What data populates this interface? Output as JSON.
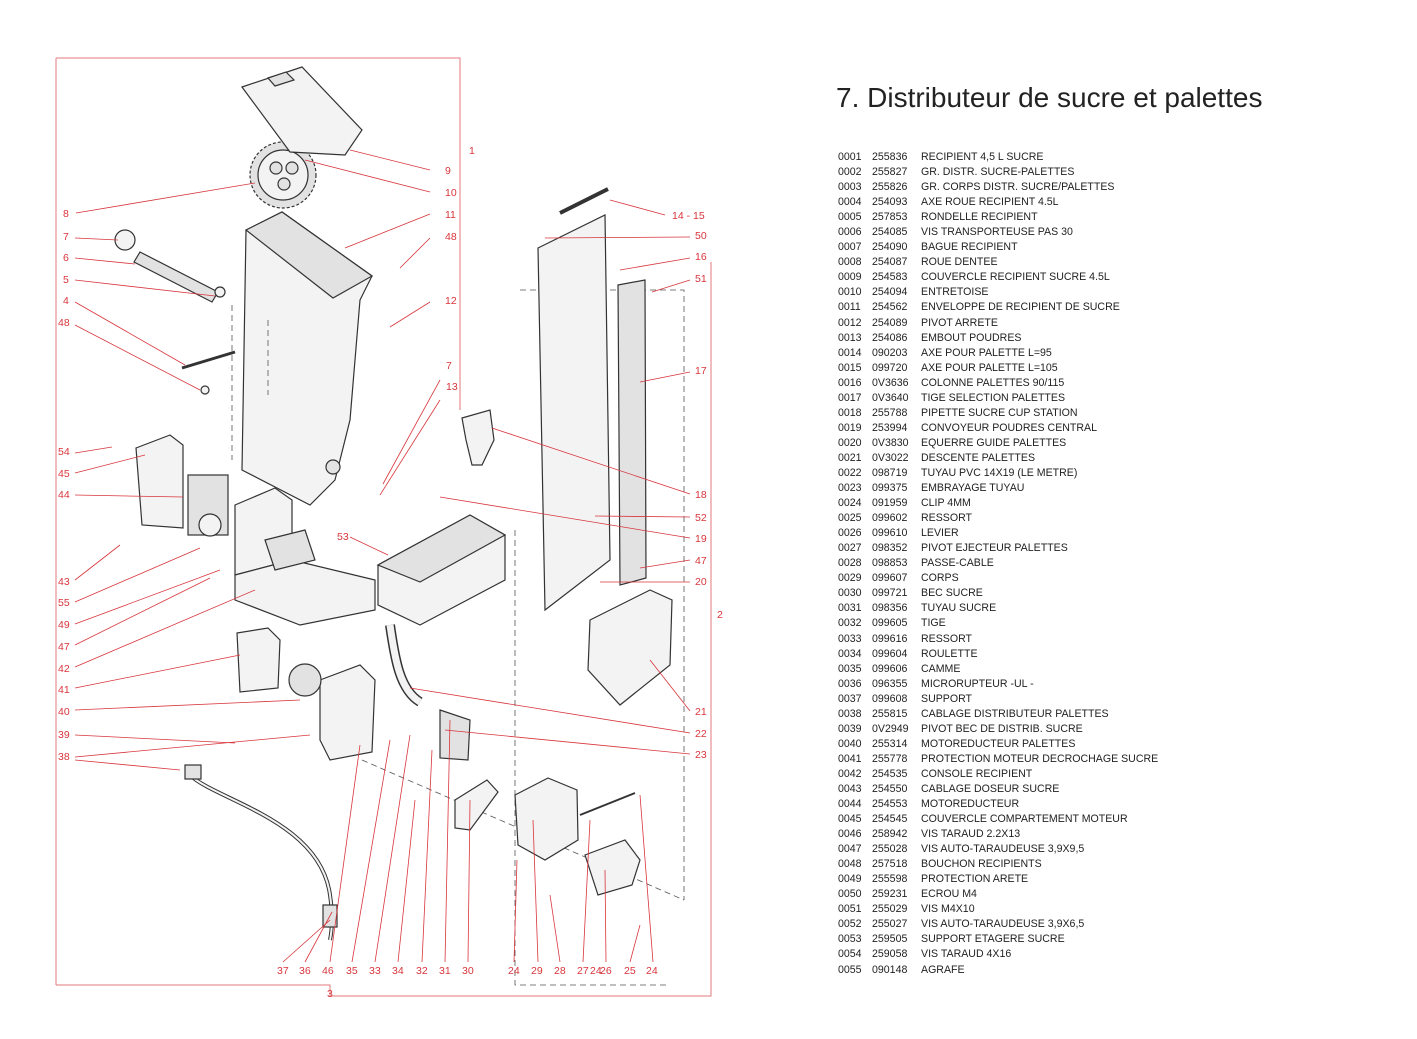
{
  "page_title": "7. Distributeur de sucre et palettes",
  "callouts": [
    "1",
    "2",
    "3",
    "4",
    "5",
    "6",
    "7",
    "7",
    "8",
    "9",
    "10",
    "11",
    "12",
    "13",
    "14 - 15",
    "16",
    "17",
    "18",
    "19",
    "20",
    "21",
    "22",
    "23",
    "24",
    "24",
    "24",
    "25",
    "26",
    "27",
    "28",
    "29",
    "30",
    "31",
    "32",
    "33",
    "34",
    "35",
    "36",
    "37",
    "38",
    "39",
    "40",
    "41",
    "42",
    "43",
    "44",
    "45",
    "46",
    "47",
    "47",
    "48",
    "48",
    "49",
    "50",
    "51",
    "52",
    "53",
    "54",
    "55"
  ],
  "parts": [
    {
      "num": "0001",
      "ref": "255836",
      "desc": "RECIPIENT 4,5 L SUCRE"
    },
    {
      "num": "0002",
      "ref": "255827",
      "desc": "GR. DISTR. SUCRE-PALETTES"
    },
    {
      "num": "0003",
      "ref": "255826",
      "desc": "GR. CORPS DISTR. SUCRE/PALETTES"
    },
    {
      "num": "0004",
      "ref": "254093",
      "desc": "AXE ROUE RECIPIENT 4.5L"
    },
    {
      "num": "0005",
      "ref": "257853",
      "desc": "RONDELLE RECIPIENT"
    },
    {
      "num": "0006",
      "ref": "254085",
      "desc": "VIS TRANSPORTEUSE PAS 30"
    },
    {
      "num": "0007",
      "ref": "254090",
      "desc": "BAGUE RECIPIENT"
    },
    {
      "num": "0008",
      "ref": "254087",
      "desc": "ROUE DENTEE"
    },
    {
      "num": "0009",
      "ref": "254583",
      "desc": "COUVERCLE RECIPIENT SUCRE 4.5L"
    },
    {
      "num": "0010",
      "ref": "254094",
      "desc": "ENTRETOISE"
    },
    {
      "num": "0011",
      "ref": "254562",
      "desc": "ENVELOPPE DE RECIPIENT DE SUCRE"
    },
    {
      "num": "0012",
      "ref": "254089",
      "desc": "PIVOT ARRETE"
    },
    {
      "num": "0013",
      "ref": "254086",
      "desc": "EMBOUT POUDRES"
    },
    {
      "num": "0014",
      "ref": "090203",
      "desc": "AXE POUR PALETTE L=95"
    },
    {
      "num": "0015",
      "ref": "099720",
      "desc": "AXE POUR PALETTE L=105"
    },
    {
      "num": "0016",
      "ref": "0V3636",
      "desc": "COLONNE PALETTES 90/115"
    },
    {
      "num": "0017",
      "ref": "0V3640",
      "desc": "TIGE SELECTION PALETTES"
    },
    {
      "num": "0018",
      "ref": "255788",
      "desc": "PIPETTE SUCRE CUP STATION"
    },
    {
      "num": "0019",
      "ref": "253994",
      "desc": "CONVOYEUR POUDRES CENTRAL"
    },
    {
      "num": "0020",
      "ref": "0V3830",
      "desc": "EQUERRE GUIDE PALETTES"
    },
    {
      "num": "0021",
      "ref": "0V3022",
      "desc": "DESCENTE PALETTES"
    },
    {
      "num": "0022",
      "ref": "098719",
      "desc": "TUYAU PVC 14X19 (LE METRE)"
    },
    {
      "num": "0023",
      "ref": "099375",
      "desc": "EMBRAYAGE TUYAU"
    },
    {
      "num": "0024",
      "ref": "091959",
      "desc": "CLIP 4MM"
    },
    {
      "num": "0025",
      "ref": "099602",
      "desc": "RESSORT"
    },
    {
      "num": "0026",
      "ref": "099610",
      "desc": "LEVIER"
    },
    {
      "num": "0027",
      "ref": "098352",
      "desc": "PIVOT EJECTEUR PALETTES"
    },
    {
      "num": "0028",
      "ref": "098853",
      "desc": "PASSE-CABLE"
    },
    {
      "num": "0029",
      "ref": "099607",
      "desc": "CORPS"
    },
    {
      "num": "0030",
      "ref": "099721",
      "desc": "BEC SUCRE"
    },
    {
      "num": "0031",
      "ref": "098356",
      "desc": "TUYAU SUCRE"
    },
    {
      "num": "0032",
      "ref": "099605",
      "desc": "TIGE"
    },
    {
      "num": "0033",
      "ref": "099616",
      "desc": "RESSORT"
    },
    {
      "num": "0034",
      "ref": "099604",
      "desc": "ROULETTE"
    },
    {
      "num": "0035",
      "ref": "099606",
      "desc": "CAMME"
    },
    {
      "num": "0036",
      "ref": "096355",
      "desc": "MICRORUPTEUR -UL -"
    },
    {
      "num": "0037",
      "ref": "099608",
      "desc": "SUPPORT"
    },
    {
      "num": "0038",
      "ref": "255815",
      "desc": "CABLAGE DISTRIBUTEUR PALETTES"
    },
    {
      "num": "0039",
      "ref": "0V2949",
      "desc": "PIVOT BEC DE DISTRIB. SUCRE"
    },
    {
      "num": "0040",
      "ref": "255314",
      "desc": "MOTOREDUCTEUR PALETTES"
    },
    {
      "num": "0041",
      "ref": "255778",
      "desc": "PROTECTION MOTEUR DECROCHAGE SUCRE"
    },
    {
      "num": "0042",
      "ref": "254535",
      "desc": "CONSOLE RECIPIENT"
    },
    {
      "num": "0043",
      "ref": "254550",
      "desc": "CABLAGE DOSEUR SUCRE"
    },
    {
      "num": "0044",
      "ref": "254553",
      "desc": "MOTOREDUCTEUR"
    },
    {
      "num": "0045",
      "ref": "254545",
      "desc": "COUVERCLE COMPARTEMENT MOTEUR"
    },
    {
      "num": "0046",
      "ref": "258942",
      "desc": "VIS TARAUD 2.2X13"
    },
    {
      "num": "0047",
      "ref": "255028",
      "desc": "VIS AUTO-TARAUDEUSE 3,9X9,5"
    },
    {
      "num": "0048",
      "ref": "257518",
      "desc": "BOUCHON RECIPIENTS"
    },
    {
      "num": "0049",
      "ref": "255598",
      "desc": "PROTECTION ARETE"
    },
    {
      "num": "0050",
      "ref": "259231",
      "desc": "ECROU M4"
    },
    {
      "num": "0051",
      "ref": "255029",
      "desc": "VIS M4X10"
    },
    {
      "num": "0052",
      "ref": "255027",
      "desc": "VIS AUTO-TARAUDEUSE 3,9X6,5"
    },
    {
      "num": "0053",
      "ref": "259505",
      "desc": "SUPPORT ETAGERE SUCRE"
    },
    {
      "num": "0054",
      "ref": "259058",
      "desc": "VIS TARAUD 4X16"
    },
    {
      "num": "0055",
      "ref": "090148",
      "desc": "AGRAFE"
    }
  ]
}
